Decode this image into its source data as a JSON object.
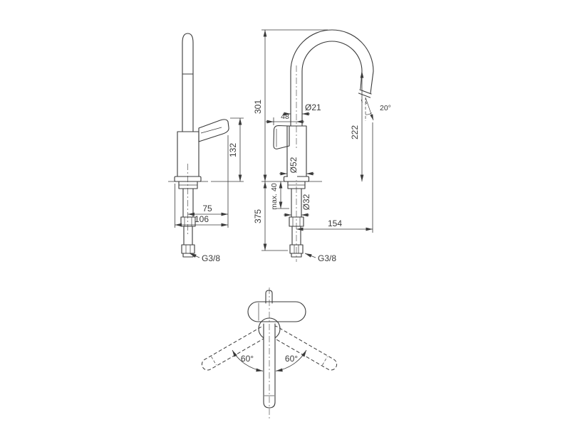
{
  "drawing": {
    "background": "#ffffff",
    "line_color": "#3a3a3a",
    "front_view": {
      "dim_height": "132",
      "dim_handle_offset": "75",
      "dim_depth": "106",
      "thread": "G3/8"
    },
    "side_view": {
      "dim_total_height": "301",
      "dim_spout_diameter": "Ø21",
      "dim_handle_depth": "48",
      "dim_spray_angle": "20°",
      "dim_outlet_height": "222",
      "dim_body_diameter": "Ø52",
      "dim_shank_diameter": "Ø32",
      "dim_hose_length": "375",
      "dim_max_mounting": "max. 40",
      "dim_reach": "154",
      "thread": "G3/8"
    },
    "top_view": {
      "dim_swivel_left": "60°",
      "dim_swivel_right": "60°"
    }
  }
}
